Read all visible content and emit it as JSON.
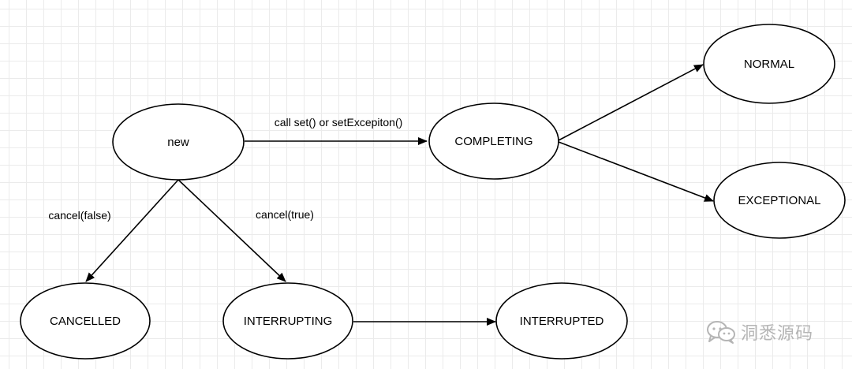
{
  "diagram": {
    "states": {
      "new": "new",
      "completing": "COMPLETING",
      "normal": "NORMAL",
      "exceptional": "EXCEPTIONAL",
      "cancelled": "CANCELLED",
      "interrupting": "INTERRUPTING",
      "interrupted": "INTERRUPTED"
    },
    "transitions": {
      "new_to_completing": "call set() or setExcepiton()",
      "new_to_cancelled": "cancel(false)",
      "new_to_interrupting": "cancel(true)"
    }
  },
  "watermark": {
    "text": "洞悉源码",
    "icon": "wechat-icon"
  },
  "colors": {
    "stroke": "#000000",
    "grid": "#ebebeb",
    "watermark": "#b5b5b5"
  }
}
